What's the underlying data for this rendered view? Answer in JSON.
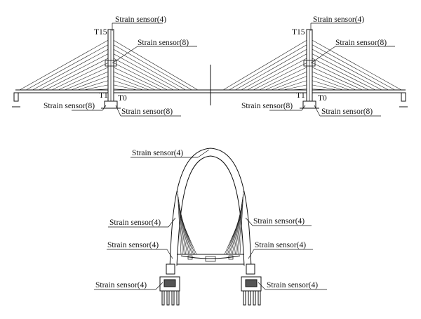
{
  "elevation": {
    "left_tower": {
      "top_label": "T15",
      "mid_label": "T1",
      "base_label": "T0",
      "mid_sensor": "Strain sensor(8)",
      "top_sensor": "Strain sensor(4)",
      "base_left_sensor": "Strain sensor(8)",
      "base_right_sensor": "Strain sensor(8)"
    },
    "right_tower": {
      "top_label": "T15",
      "mid_label": "T1",
      "base_label": "T0",
      "mid_sensor": "Strain sensor(8)",
      "top_sensor": "Strain sensor(4)",
      "base_left_sensor": "Strain sensor(8)",
      "base_right_sensor": "Strain sensor(8)"
    }
  },
  "section": {
    "arch_top_sensor": "Strain sensor(4)",
    "left_upper_sensor": "Strain sensor(4)",
    "right_upper_sensor": "Strain sensor(4)",
    "left_lower_sensor": "Strain sensor(4)",
    "right_lower_sensor": "Strain sensor(4)",
    "left_base_sensor": "Strain sensor(4)",
    "right_base_sensor": "Strain sensor(4)"
  }
}
